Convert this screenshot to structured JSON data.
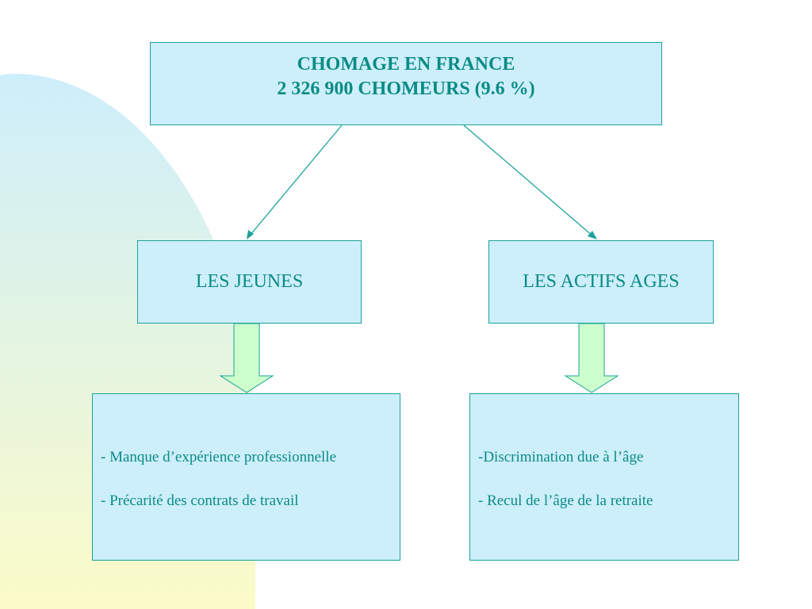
{
  "diagram": {
    "root": {
      "line1": "CHOMAGE EN FRANCE",
      "line2": "2 326 900 CHOMEURS (9.6 %)"
    },
    "left_branch": {
      "label": "LES JEUNES",
      "items": [
        "- Manque d’expérience professionnelle",
        "- Précarité des contrats de travail"
      ]
    },
    "right_branch": {
      "label": "LES ACTIFS AGES",
      "items": [
        "-Discrimination due à l’âge",
        "- Recul de l’âge de la retraite"
      ]
    }
  },
  "colors": {
    "box_fill": "#cdeefb",
    "box_border": "#1aa39a",
    "text": "#0a8c86",
    "block_arrow_fill": "#ccffcc",
    "background_gradient_top": "#cdeefb",
    "background_gradient_bottom": "#fbfbc8"
  }
}
